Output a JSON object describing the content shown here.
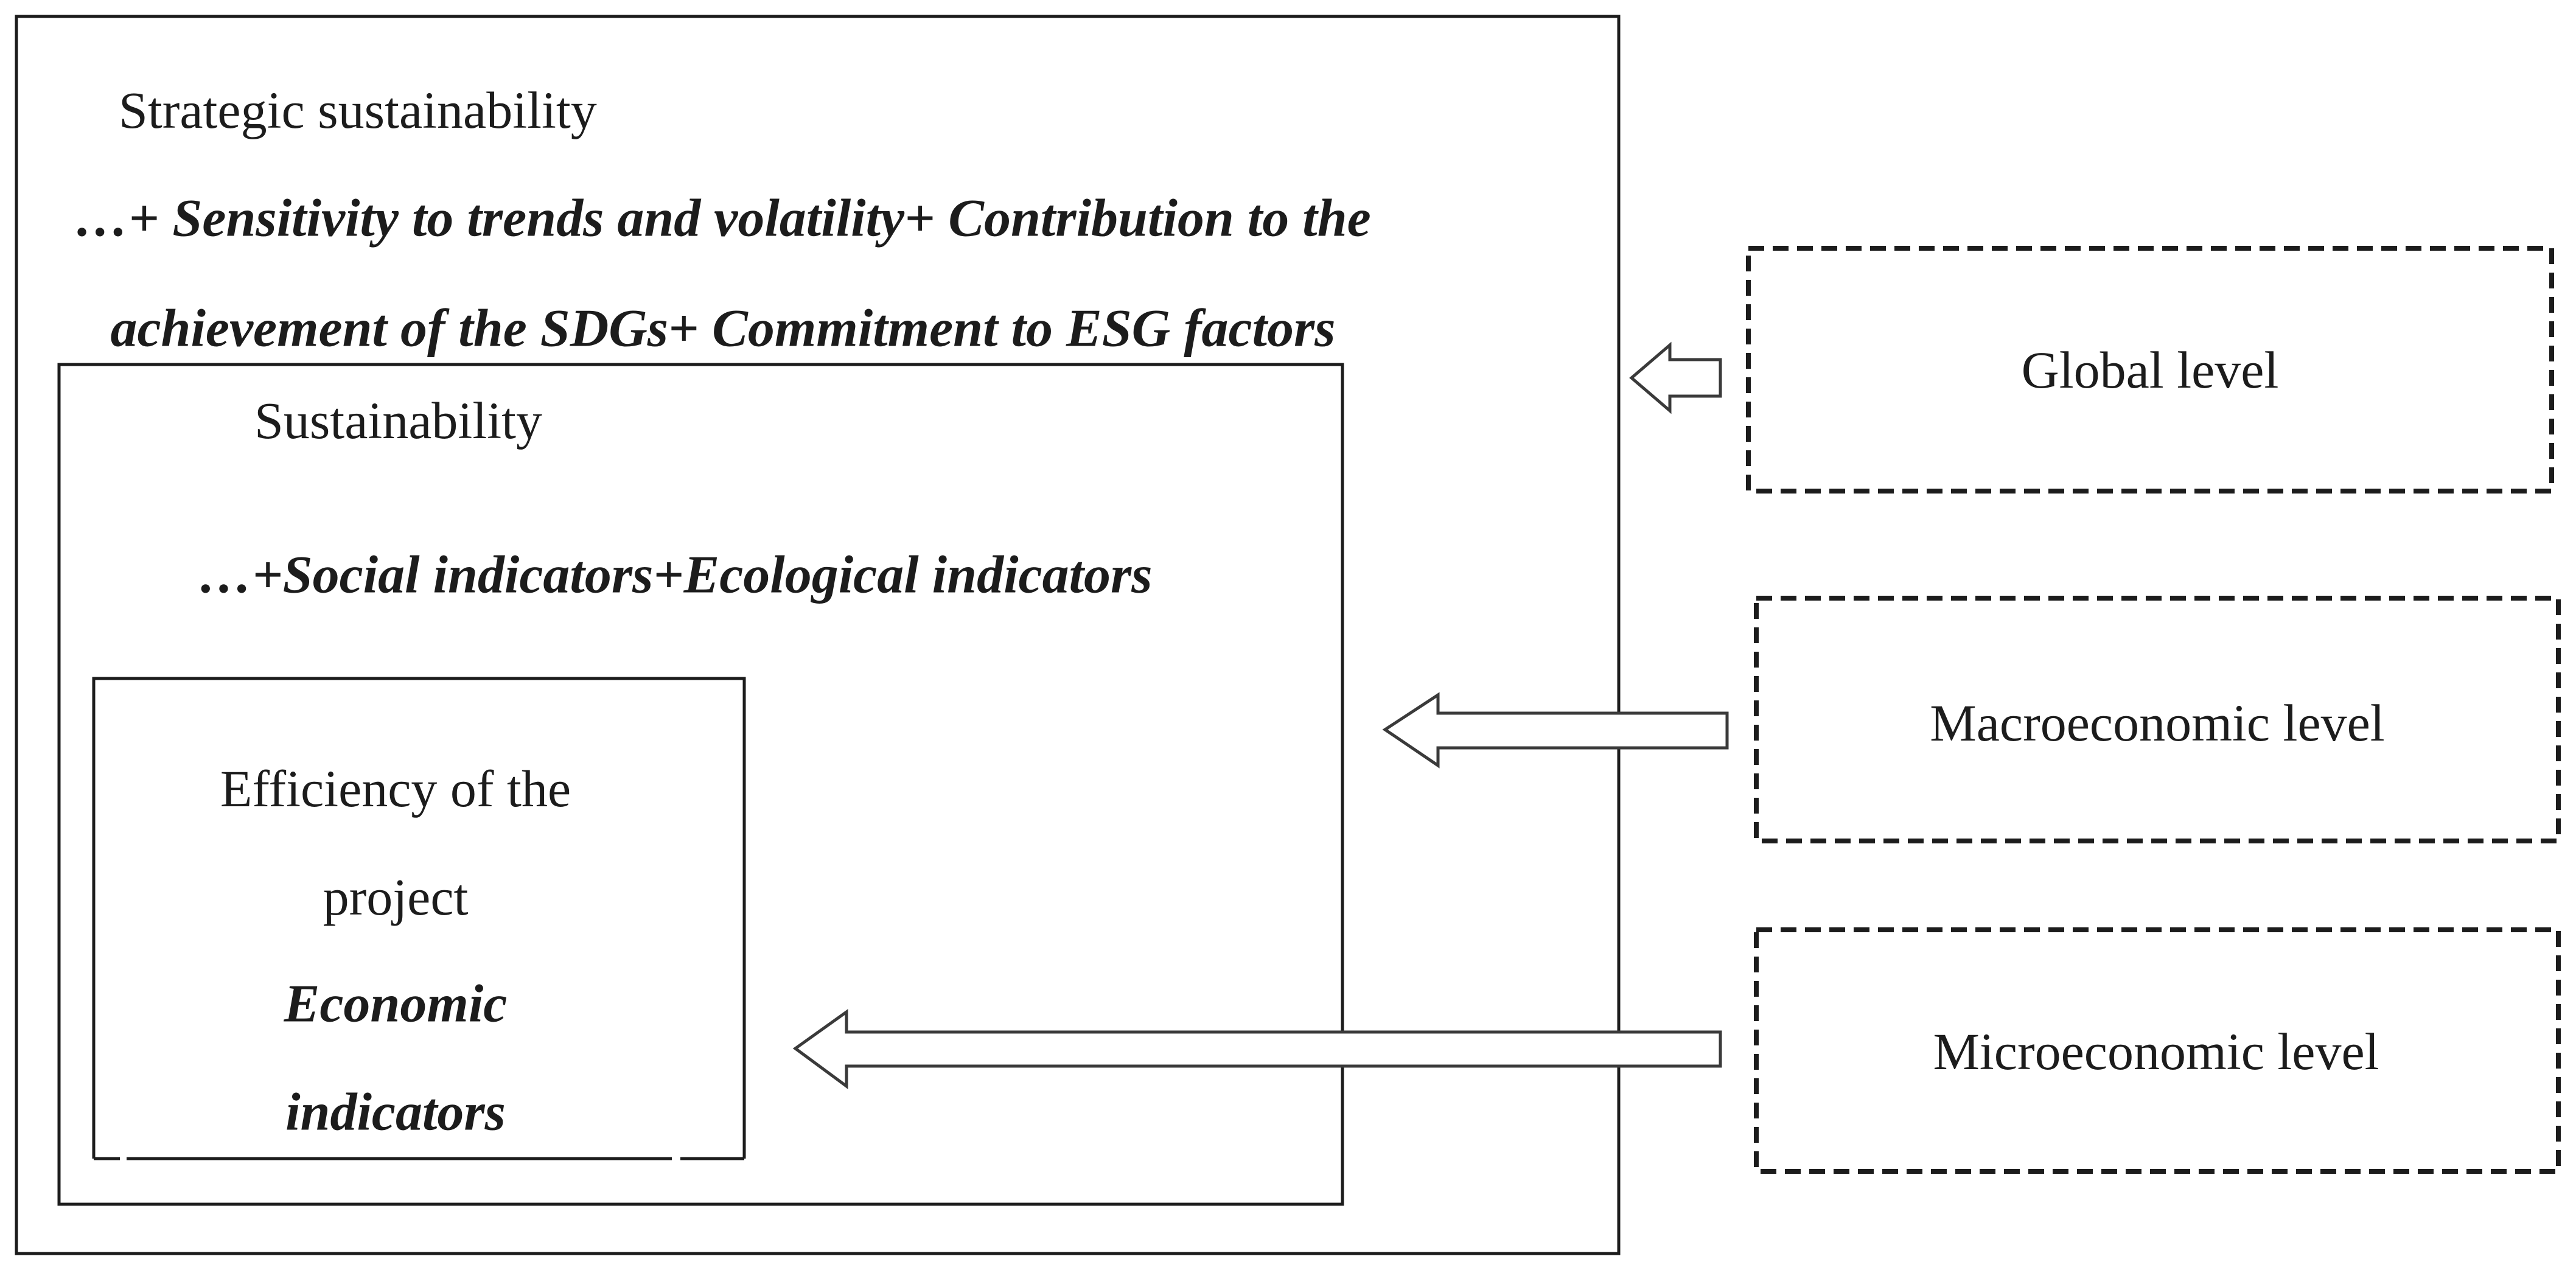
{
  "strategic_sustainability": {
    "title": "Strategic sustainability",
    "indicators_line1": "…+ Sensitivity to trends and volatility+ Contribution to the",
    "indicators_line2": "achievement of the SDGs+ Commitment to ESG factors"
  },
  "sustainability": {
    "title": "Sustainability",
    "indicators": "…+Social indicators+Ecological indicators"
  },
  "project_efficiency": {
    "title_line1": "Efficiency of the",
    "title_line2": "project",
    "indicators_line1": "Economic",
    "indicators_line2": "indicators"
  },
  "levels": {
    "global": "Global level",
    "macroeconomic": "Macroeconomic level",
    "microeconomic": "Microeconomic level"
  },
  "colors": {
    "line": "#1c1c1c",
    "arrow_outline": "#3a3a3a",
    "background": "#ffffff"
  }
}
